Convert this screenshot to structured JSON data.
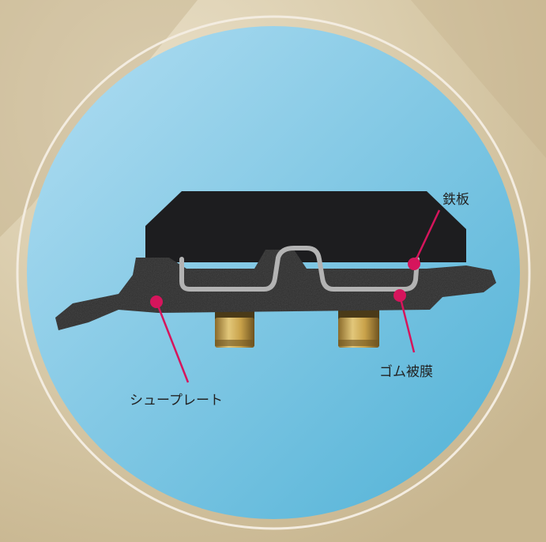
{
  "labels": {
    "iron_plate": "鉄板",
    "rubber_coating": "ゴム被膜",
    "shoe_plate": "シュープレート"
  },
  "colors": {
    "background": "#d6c8a8",
    "circle_light": "#a8daf0",
    "circle_dark": "#5cb8da",
    "rubber_pad": "#1d1d1f",
    "shoe_plate": "#2e2e2e",
    "iron_plate": "#b3b3b3",
    "callout": "#d6155c",
    "nut": "#c8a24a"
  }
}
